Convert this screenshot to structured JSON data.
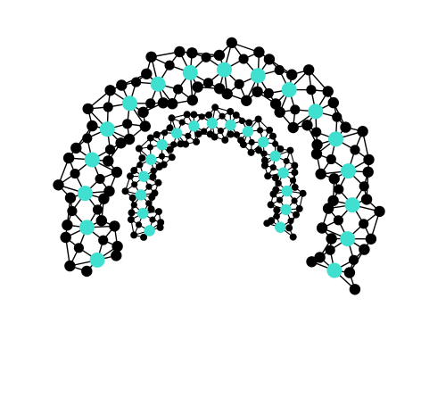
{
  "diagram": {
    "type": "network-graph",
    "shape": "two concentric C-shaped rings of triangulated node clusters",
    "colors": {
      "background": "#ffffff",
      "node": "#000000",
      "hub": "#40e0d0",
      "edge": "#000000"
    },
    "rings": [
      {
        "name": "outer",
        "hub_count": 17,
        "nodes_per_cluster": 6
      },
      {
        "name": "inner",
        "hub_count": 17,
        "nodes_per_cluster": 6
      }
    ]
  }
}
